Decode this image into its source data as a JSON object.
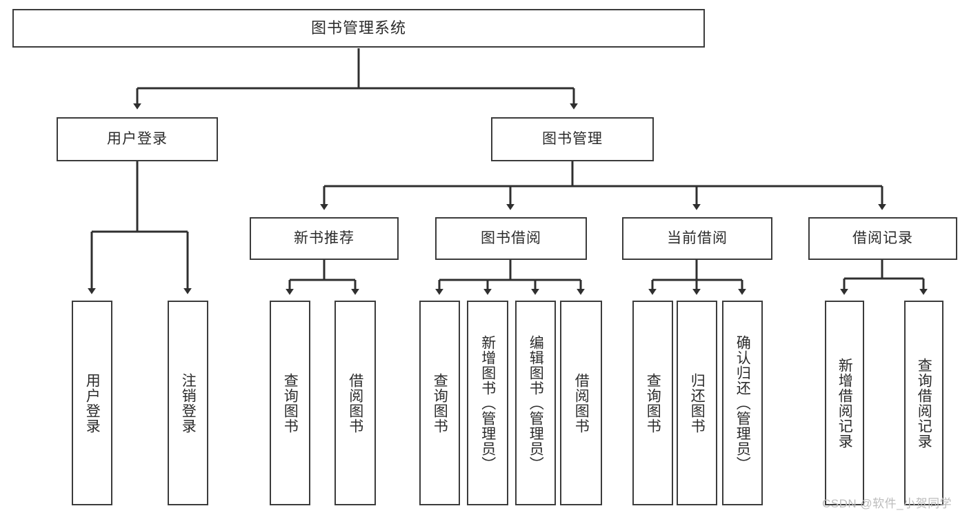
{
  "diagram": {
    "title": "图书管理系统",
    "type": "tree-hierarchy",
    "colors": {
      "box_border": "#3b3b3b",
      "box_fill": "#ffffff",
      "connector": "#2f2f2f",
      "text": "#2b2b2b",
      "watermark": "#bcbcbc"
    },
    "watermark": "CSDN @软件_小贺同学"
  },
  "nodes": {
    "root": {
      "label": "图书管理系统"
    },
    "level2": [
      {
        "id": "user-login",
        "label": "用户登录"
      },
      {
        "id": "book-manage",
        "label": "图书管理"
      }
    ],
    "level3": [
      {
        "id": "new-book-recommend",
        "label": "新书推荐"
      },
      {
        "id": "book-borrow",
        "label": "图书借阅"
      },
      {
        "id": "current-borrow",
        "label": "当前借阅"
      },
      {
        "id": "borrow-record",
        "label": "借阅记录"
      }
    ],
    "leaves": {
      "user_login": [
        {
          "id": "leaf-user-login",
          "label": "用户登录"
        },
        {
          "id": "leaf-logout-login",
          "label": "注销登录"
        }
      ],
      "new_book_recommend": [
        {
          "id": "leaf-query-book-1",
          "label": "查询图书"
        },
        {
          "id": "leaf-borrow-book-1",
          "label": "借阅图书"
        }
      ],
      "book_borrow": [
        {
          "id": "leaf-query-book-2",
          "label": "查询图书"
        },
        {
          "id": "leaf-add-book",
          "label": "新增图书（管理员）"
        },
        {
          "id": "leaf-edit-book",
          "label": "编辑图书（管理员）"
        },
        {
          "id": "leaf-borrow-book-2",
          "label": "借阅图书"
        }
      ],
      "current_borrow": [
        {
          "id": "leaf-query-book-3",
          "label": "查询图书"
        },
        {
          "id": "leaf-return-book",
          "label": "归还图书"
        },
        {
          "id": "leaf-confirm-return",
          "label": "确认归还（管理员）"
        }
      ],
      "borrow_record": [
        {
          "id": "leaf-add-record",
          "label": "新增借阅记录"
        },
        {
          "id": "leaf-query-record",
          "label": "查询借阅记录"
        }
      ]
    }
  },
  "chart_data": {
    "type": "table",
    "title": "图书管理系统 功能结构图",
    "hierarchy": [
      {
        "name": "图书管理系统",
        "children": [
          {
            "name": "用户登录",
            "children": [
              {
                "name": "用户登录"
              },
              {
                "name": "注销登录"
              }
            ]
          },
          {
            "name": "图书管理",
            "children": [
              {
                "name": "新书推荐",
                "children": [
                  {
                    "name": "查询图书"
                  },
                  {
                    "name": "借阅图书"
                  }
                ]
              },
              {
                "name": "图书借阅",
                "children": [
                  {
                    "name": "查询图书"
                  },
                  {
                    "name": "新增图书（管理员）"
                  },
                  {
                    "name": "编辑图书（管理员）"
                  },
                  {
                    "name": "借阅图书"
                  }
                ]
              },
              {
                "name": "当前借阅",
                "children": [
                  {
                    "name": "查询图书"
                  },
                  {
                    "name": "归还图书"
                  },
                  {
                    "name": "确认归还（管理员）"
                  }
                ]
              },
              {
                "name": "借阅记录",
                "children": [
                  {
                    "name": "新增借阅记录"
                  },
                  {
                    "name": "查询借阅记录"
                  }
                ]
              }
            ]
          }
        ]
      }
    ]
  }
}
